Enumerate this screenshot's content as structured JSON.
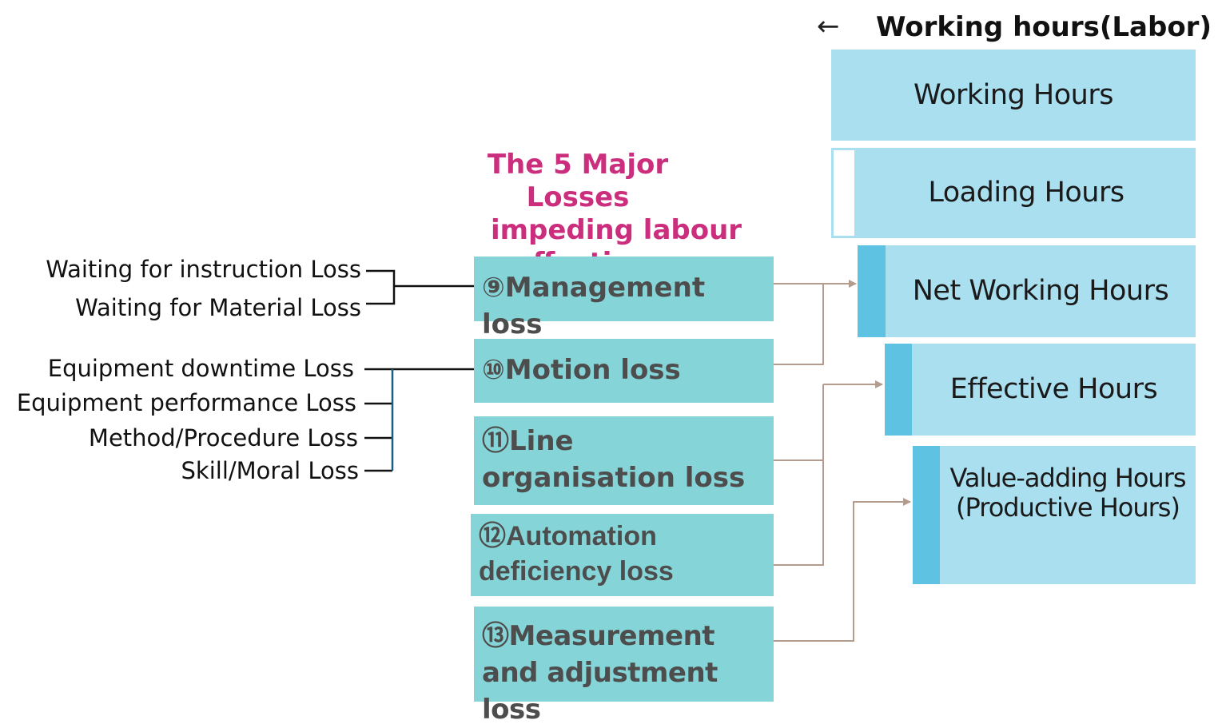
{
  "header": {
    "arrow_icon": "←",
    "title": "Working hours(Labor)"
  },
  "hours": [
    {
      "label": "Working Hours"
    },
    {
      "label": "Loading Hours"
    },
    {
      "label": "Net Working Hours"
    },
    {
      "label": "Effective Hours"
    },
    {
      "label": "Value-adding Hours",
      "sublabel": "(Productive Hours)"
    }
  ],
  "losses_title": {
    "line1": "The 5 Major Losses",
    "line2": "impeding labour",
    "line3": "effectiveness"
  },
  "losses": [
    {
      "num": "⑨",
      "text": "Management loss"
    },
    {
      "num": "⑩",
      "text": "Motion loss"
    },
    {
      "num": "⑪",
      "text": "Line organisation loss"
    },
    {
      "num": "⑫",
      "text": "Automation deficiency loss"
    },
    {
      "num": "⑬",
      "text": "Measurement and adjustment loss"
    }
  ],
  "factors_management": [
    "Waiting for instruction Loss",
    "Waiting for Material Loss"
  ],
  "factors_motion": [
    "Equipment downtime Loss",
    "Equipment performance Loss",
    "Method/Procedure Loss",
    "Skill/Moral Loss"
  ],
  "colors": {
    "hours_fill": "#aadff0",
    "hours_stripe": "#5ec3e3",
    "loss_fill": "#85d5d8",
    "title_pink": "#cc2e7e",
    "arrow_brown": "#b39c8e"
  }
}
